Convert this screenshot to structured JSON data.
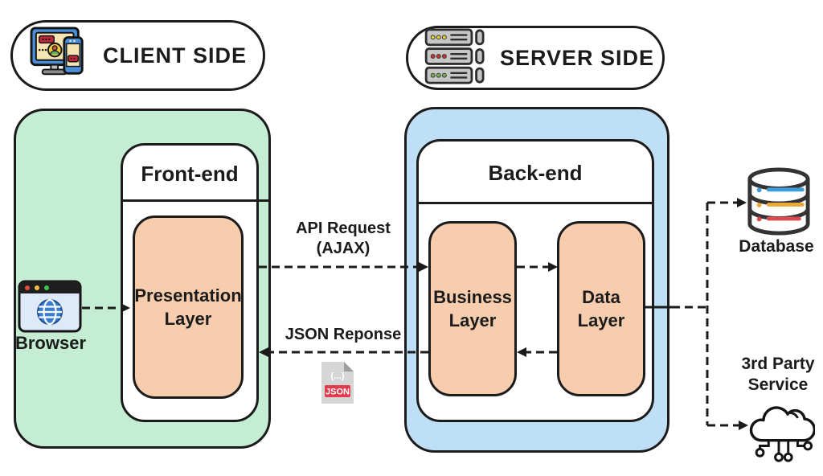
{
  "colors": {
    "client_area": "#C4EDD3",
    "server_area": "#BEDFF6",
    "layer_fill": "#F8CDAD",
    "outline": "#1B1B1B",
    "text": "#1B1B1B",
    "json_badge": "#E23B4E",
    "db_blue": "#3E9ED8",
    "db_orange": "#EBA83A",
    "db_red": "#D94A4E"
  },
  "pills": {
    "client": {
      "label": "CLIENT SIDE",
      "icon": "client-devices-icon"
    },
    "server": {
      "label": "SERVER SIDE",
      "icon": "server-stack-icon"
    }
  },
  "frontend": {
    "title": "Front-end",
    "presentation_label": "Presentation Layer"
  },
  "backend": {
    "title": "Back-end",
    "business_label": "Business Layer",
    "data_label": "Data Layer"
  },
  "nodes": {
    "browser_label": "Browser",
    "database_label": "Database",
    "third_party_label": "3rd Party Service"
  },
  "flows": {
    "api_request_line1": "API Request",
    "api_request_line2": "(AJAX)",
    "json_response": "JSON Reponse"
  },
  "json_file": {
    "glyph": "{...}",
    "badge": "JSON"
  },
  "icons": {
    "client": "client-devices-icon",
    "server": "server-stack-icon",
    "browser": "browser-icon",
    "json": "json-file-icon",
    "database": "database-icon",
    "cloud": "cloud-circuit-icon"
  }
}
